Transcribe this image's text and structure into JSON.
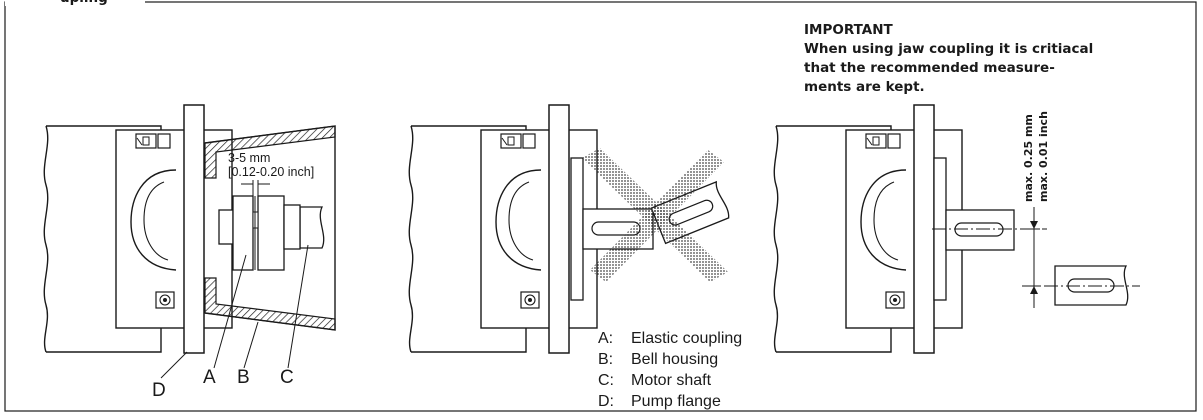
{
  "header": {
    "title_fragment": "upling"
  },
  "important": {
    "heading": "IMPORTANT",
    "lines": [
      "When using jaw coupling it is critiacal",
      "that the recommended  measure-",
      "ments are kept."
    ]
  },
  "fig1": {
    "gap_mm": "3-5 mm",
    "gap_inch": "[0.12-0.20 inch]",
    "labels": {
      "a": "A",
      "b": "B",
      "c": "C",
      "d": "D"
    }
  },
  "fig3": {
    "tolerance_mm": "max. 0.25 mm",
    "tolerance_inch": "max. 0.01 inch"
  },
  "legend": [
    {
      "key": "A:",
      "text": "Elastic coupling"
    },
    {
      "key": "B:",
      "text": "Bell housing"
    },
    {
      "key": "C:",
      "text": "Motor shaft"
    },
    {
      "key": "D:",
      "text": "Pump flange"
    }
  ]
}
